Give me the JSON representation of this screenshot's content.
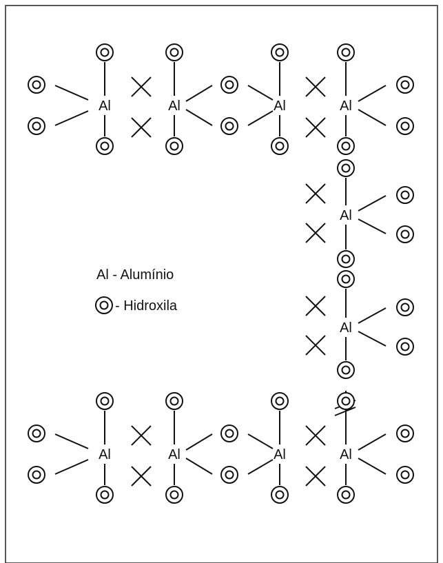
{
  "atom_label": "Al",
  "legend": {
    "aluminum": "Al - Alumínio",
    "hydroxyl": "- Hidroxila"
  },
  "rows": [
    {
      "name": "top",
      "al_count": 4
    },
    {
      "name": "bottom",
      "al_count": 4
    }
  ],
  "vertical_chain": {
    "al_count": 2,
    "break": true
  }
}
